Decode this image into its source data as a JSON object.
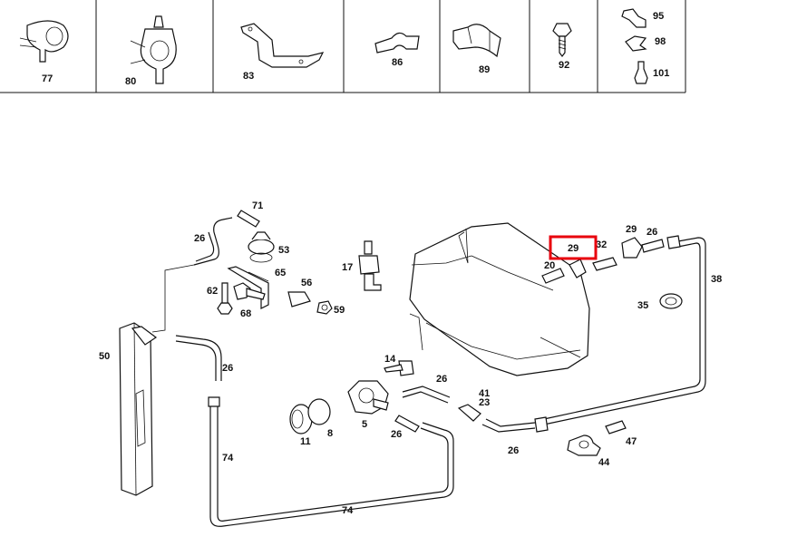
{
  "top_row": {
    "cells": [
      {
        "labels": [
          "77"
        ]
      },
      {
        "labels": [
          "80"
        ]
      },
      {
        "labels": [
          "83"
        ]
      },
      {
        "labels": [
          "86"
        ]
      },
      {
        "labels": [
          "89"
        ]
      },
      {
        "labels": [
          "92"
        ]
      },
      {
        "labels": [
          "95",
          "98",
          "101"
        ]
      }
    ]
  },
  "callouts": {
    "c71": "71",
    "c26a": "26",
    "c53": "53",
    "c65": "65",
    "c17": "17",
    "c56": "56",
    "c62": "62",
    "c68": "68",
    "c59": "59",
    "c50": "50",
    "c26b": "26",
    "c14": "14",
    "c26c": "26",
    "c41": "41",
    "c23": "23",
    "c5": "5",
    "c11": "11",
    "c8": "8",
    "c26d": "26",
    "c26e": "26",
    "c74a": "74",
    "c74b": "74",
    "c29a": "29",
    "c29b": "29",
    "c26f": "26",
    "c32": "32",
    "c20": "20",
    "c38": "38",
    "c35": "35",
    "c47": "47",
    "c44": "44"
  },
  "highlight": {
    "label": "29",
    "color": "#e8000d"
  }
}
